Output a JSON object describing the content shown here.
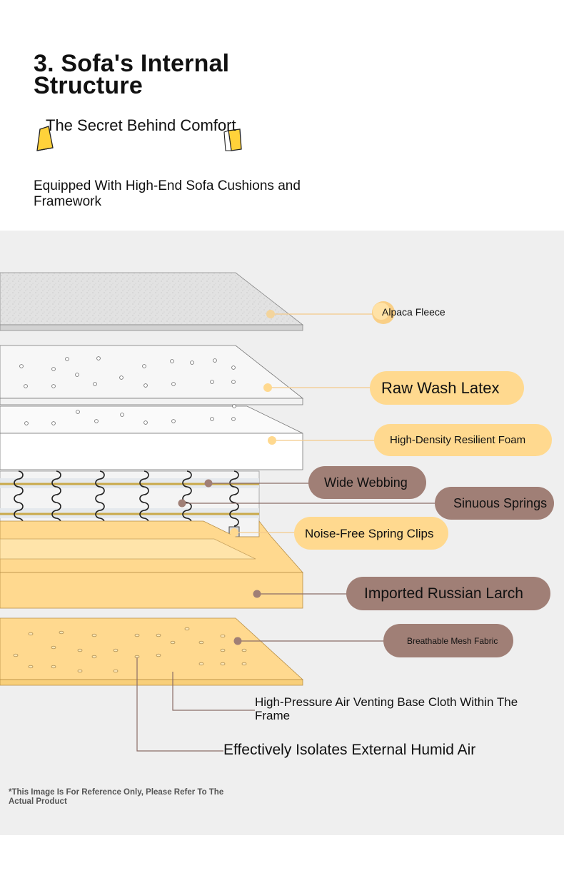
{
  "header": {
    "title": "3. Sofa's Internal Structure",
    "subtitle": "The Secret Behind Comfort",
    "description": "Equipped With High-End Sofa Cushions and Framework"
  },
  "layers": [
    {
      "label": "Alpaca Fleece",
      "style": "plain-circle"
    },
    {
      "label": "Raw Wash Latex",
      "style": "yellow"
    },
    {
      "label": "High-Density Resilient Foam",
      "style": "yellow"
    },
    {
      "label": "Wide Webbing",
      "style": "brown"
    },
    {
      "label": "Sinuous Springs",
      "style": "brown"
    },
    {
      "label": "Noise-Free Spring Clips",
      "style": "yellow"
    },
    {
      "label": "Imported Russian Larch",
      "style": "brown"
    },
    {
      "label": "Breathable Mesh Fabric",
      "style": "brown"
    }
  ],
  "callouts": [
    {
      "label": "High-Pressure Air Venting Base Cloth Within The Frame"
    },
    {
      "label": "Effectively Isolates External Humid Air"
    }
  ],
  "footnote": "*This Image Is For Reference Only, Please Refer To The Actual Product",
  "colors": {
    "brown_label": "#a07f76",
    "yellow_label": "#ffd98f",
    "wood": "#ffd98f",
    "leader_line": "#f3c98a",
    "panel_bg": "#efefef"
  }
}
